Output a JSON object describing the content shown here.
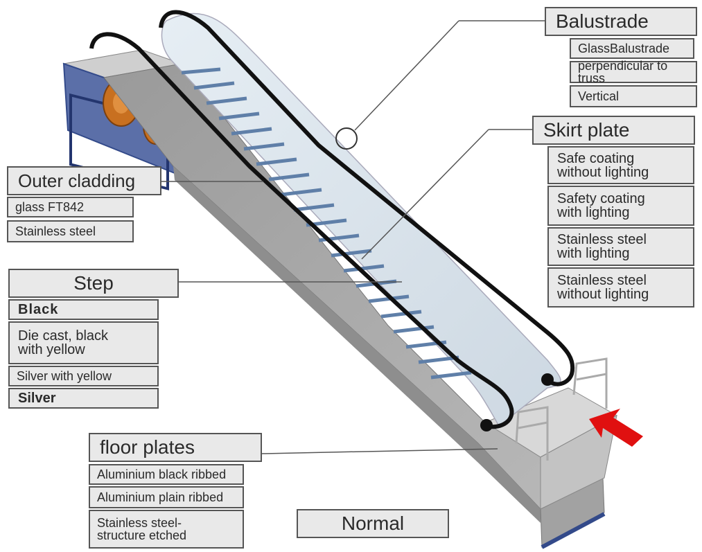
{
  "balustrade": {
    "title": "Balustrade",
    "options": [
      "GlassBalustrade",
      "perpendicular to truss",
      "Vertical"
    ]
  },
  "skirt_plate": {
    "title": "Skirt plate",
    "options": [
      "Safe coating\nwithout lighting",
      "Safety coating\nwith lighting",
      "Stainless steel\nwith lighting",
      "Stainless steel\nwithout lighting"
    ]
  },
  "outer_cladding": {
    "title": "Outer cladding",
    "options": [
      "glass FT842",
      "Stainless steel"
    ]
  },
  "step": {
    "title": "Step",
    "options": [
      "Black",
      "Die cast, black\nwith yellow",
      "Silver with yellow",
      "Silver"
    ]
  },
  "floor_plates": {
    "title": "floor plates",
    "options": [
      "Aluminium black ribbed",
      "Aluminium plain ribbed",
      "Stainless steel-\nstructure etched"
    ]
  },
  "normal_label": "Normal",
  "colors": {
    "arrow": "#e01010",
    "truss_blue": "#334a8a",
    "handrail": "#111111",
    "motor": "#c87020"
  }
}
